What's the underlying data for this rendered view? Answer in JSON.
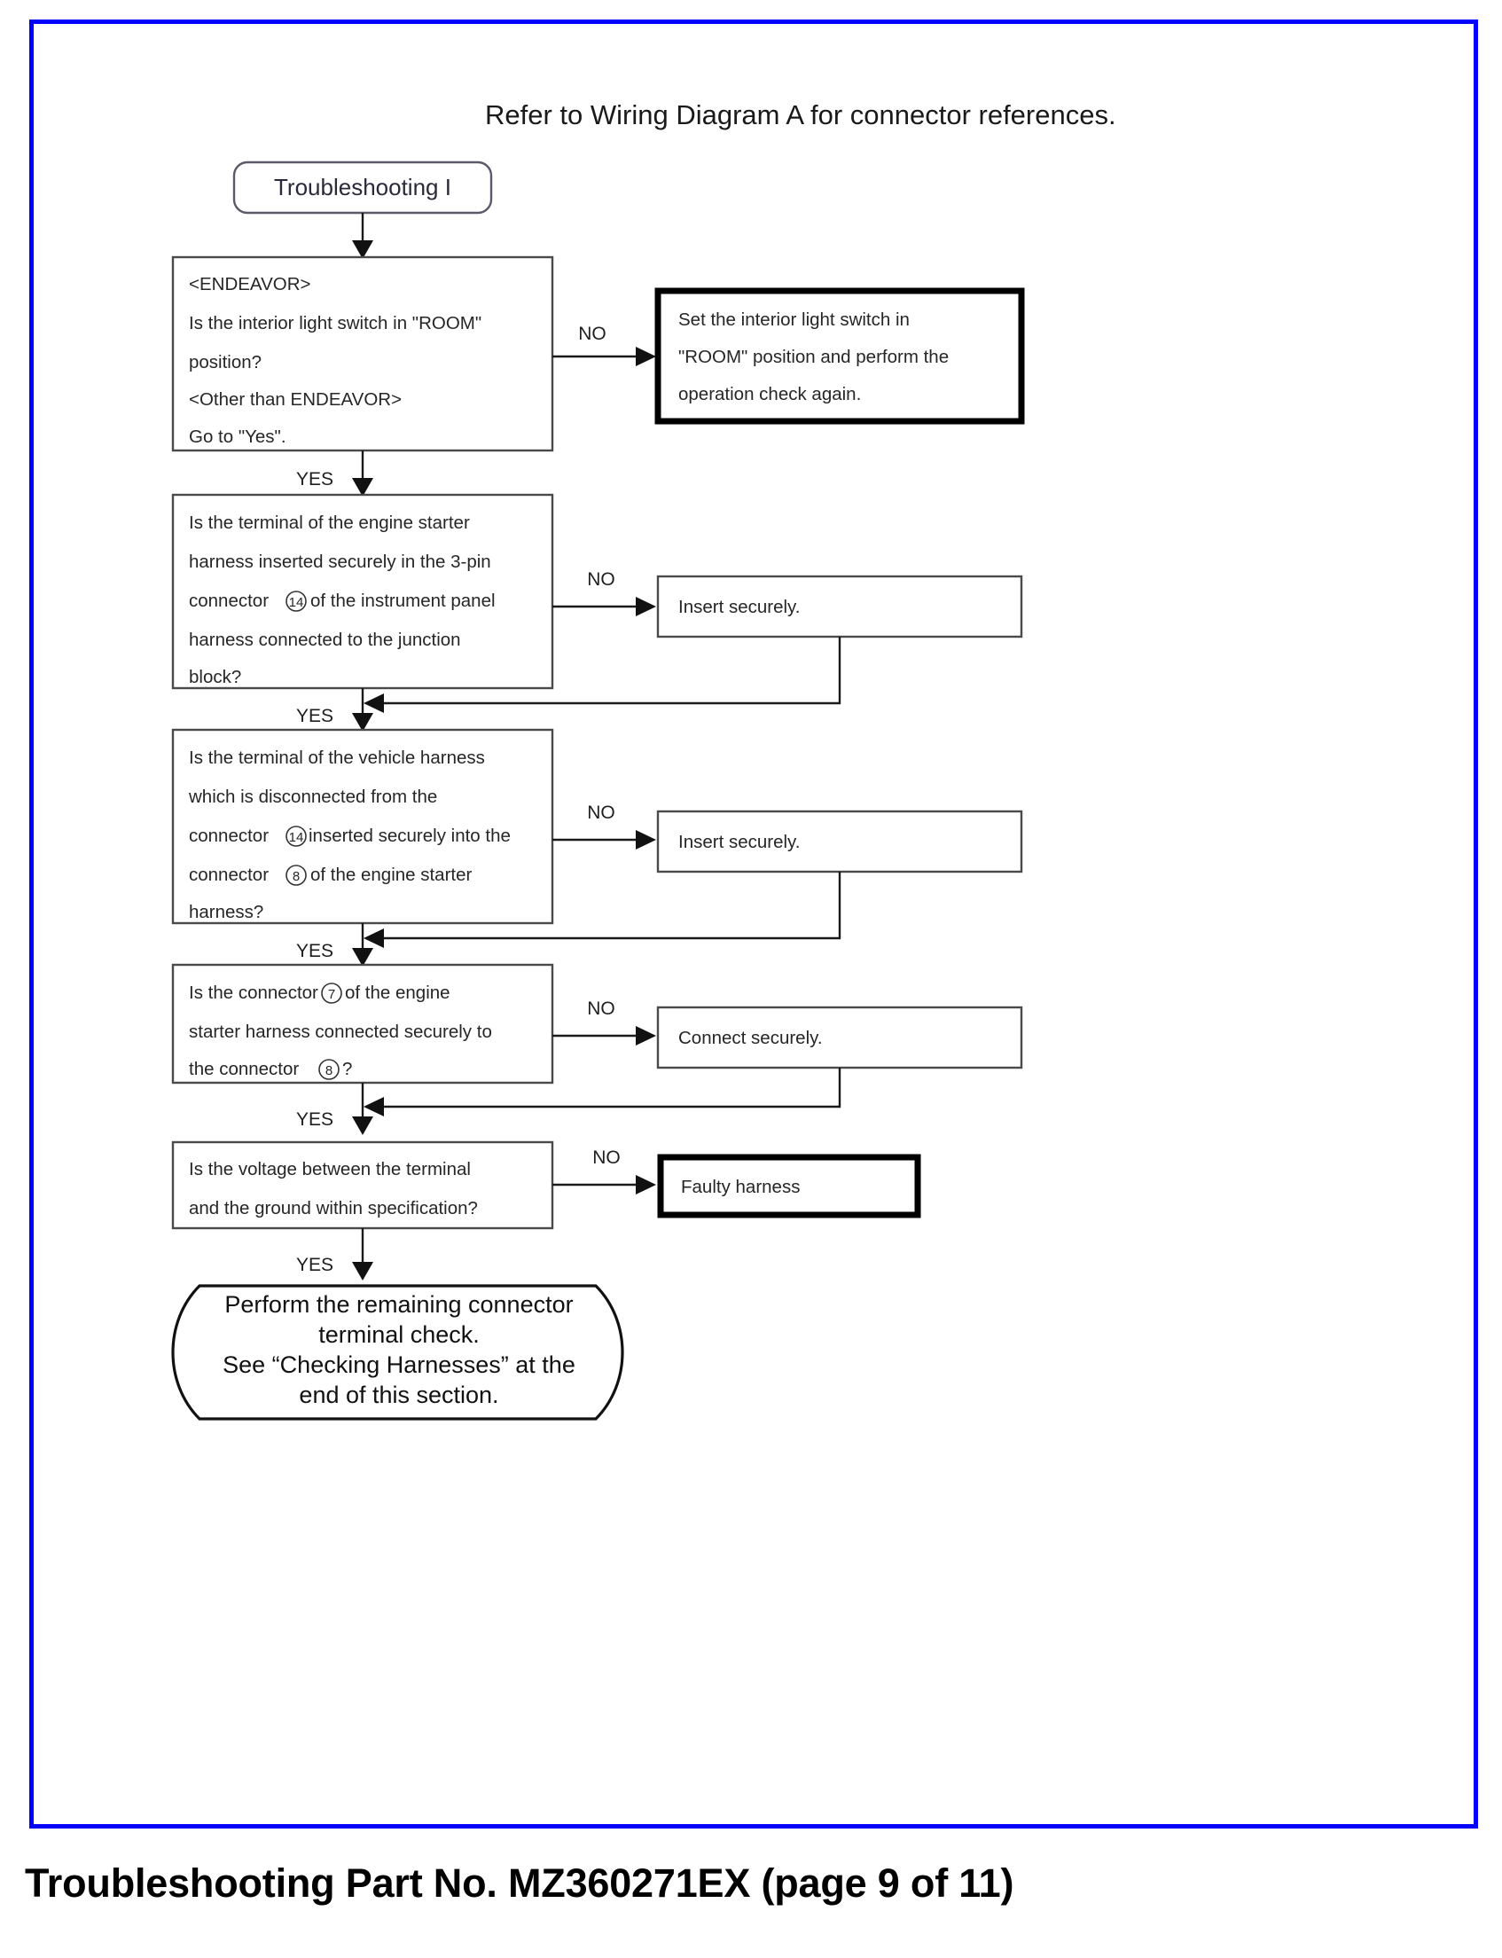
{
  "document": {
    "frame_color": "#0000FF",
    "header_note": "Refer to Wiring Diagram A for connector references.",
    "footer_caption": "Troubleshooting Part No. MZ360271EX (page 9 of 11)"
  },
  "flowchart": {
    "type": "troubleshooting-flowchart",
    "start": {
      "label": "Troubleshooting I",
      "shape": "rounded-rectangle"
    },
    "branch_labels": {
      "yes": "YES",
      "no": "NO"
    },
    "steps": [
      {
        "id": "step-1",
        "question_lines": [
          "<ENDEAVOR>",
          "Is the interior light switch in \"ROOM\"",
          "position?",
          "<Other than ENDEAVOR>",
          "Go to \"Yes\"."
        ],
        "no_label": "NO",
        "yes_label": "YES",
        "action_lines": [
          "Set the interior light switch in",
          "\"ROOM\" position and perform the",
          "operation check again."
        ],
        "action_border": "thick",
        "action_returns": false
      },
      {
        "id": "step-2",
        "question_lines": [
          "Is the terminal of the engine starter",
          "harness inserted securely in the 3-pin",
          "connector (14) of the instrument panel",
          "harness connected to the junction",
          "block?"
        ],
        "connector_refs": [
          "14"
        ],
        "no_label": "NO",
        "yes_label": "YES",
        "action_lines": [
          "Insert securely."
        ],
        "action_border": "thin",
        "action_returns": true
      },
      {
        "id": "step-3",
        "question_lines": [
          "Is the terminal of the vehicle harness",
          "which is disconnected from the",
          "connector (14) inserted securely into the",
          "connector (8) of the engine starter",
          "harness?"
        ],
        "connector_refs": [
          "14",
          "8"
        ],
        "no_label": "NO",
        "yes_label": "YES",
        "action_lines": [
          "Insert securely."
        ],
        "action_border": "thin",
        "action_returns": true
      },
      {
        "id": "step-4",
        "question_lines": [
          "Is the connector (7) of the engine",
          "starter harness connected securely to",
          "the connector (8)?"
        ],
        "connector_refs": [
          "7",
          "8"
        ],
        "no_label": "NO",
        "yes_label": "YES",
        "action_lines": [
          "Connect securely."
        ],
        "action_border": "thin",
        "action_returns": true
      },
      {
        "id": "step-5",
        "question_lines": [
          "Is  the  voltage  between  the  terminal",
          "and the ground within specification?"
        ],
        "no_label": "NO",
        "yes_label": "YES",
        "action_lines": [
          "Faulty harness"
        ],
        "action_border": "thick",
        "action_returns": false
      }
    ],
    "terminator": {
      "shape": "curved-brackets",
      "lines": [
        "Perform the remaining connector",
        "terminal check.",
        "See “Checking Harnesses” at the",
        "end of this section."
      ]
    },
    "step1_q_lines": {
      "l0": "<ENDEAVOR>",
      "l1": "Is the interior light switch in \"ROOM\"",
      "l2": "position?",
      "l3": "<Other than ENDEAVOR>",
      "l4": "Go to \"Yes\"."
    },
    "step1_a_lines": {
      "l0": "Set the interior light switch in",
      "l1": "\"ROOM\" position and perform the",
      "l2": "operation check again."
    },
    "step2_q_lines": {
      "l0": "Is the terminal of the engine starter",
      "l1": "harness inserted securely in the 3-pin",
      "l2a": "connector",
      "l2b": "of the instrument panel",
      "l2c": "14",
      "l3": "harness connected to the junction",
      "l4": "block?"
    },
    "step2_a_lines": {
      "l0": "Insert securely."
    },
    "step3_q_lines": {
      "l0": "Is the terminal of the vehicle harness",
      "l1": "which is disconnected from the",
      "l2a": "connector",
      "l2b": "inserted securely into the",
      "l2c": "14",
      "l3a": "connector",
      "l3b": "of the engine starter",
      "l3c": "8",
      "l4": "harness?"
    },
    "step3_a_lines": {
      "l0": "Insert securely."
    },
    "step4_q_lines": {
      "l0a": "Is the connector",
      "l0b": "of the engine",
      "l0c": "7",
      "l1": "starter harness connected securely to",
      "l2a": "the connector",
      "l2b": "?",
      "l2c": "8"
    },
    "step4_a_lines": {
      "l0": "Connect securely."
    },
    "step5_q_lines": {
      "l0": "Is  the  voltage  between  the  terminal",
      "l1": "and the ground within specification?"
    },
    "step5_a_lines": {
      "l0": "Faulty harness"
    },
    "terminator_lines": {
      "l0": "Perform the remaining connector",
      "l1": "terminal check.",
      "l2": "See “Checking Harnesses” at the",
      "l3": "end of this section."
    }
  }
}
